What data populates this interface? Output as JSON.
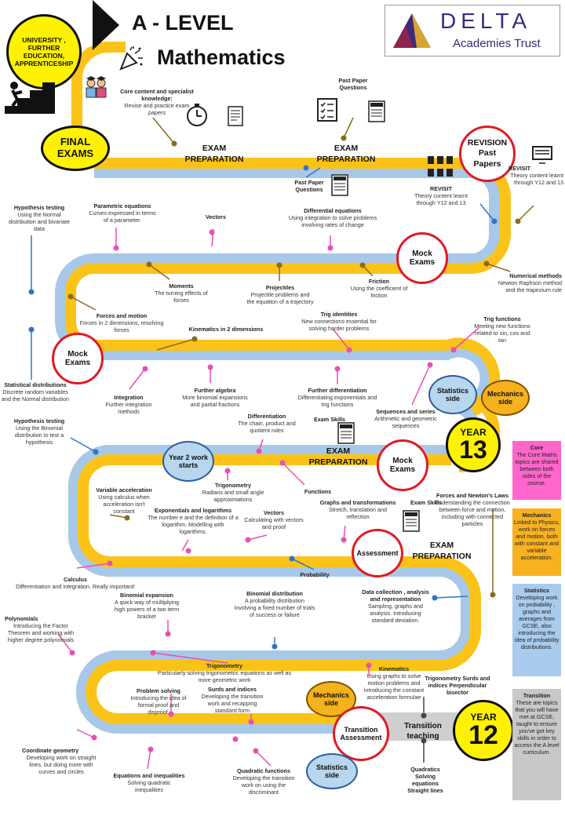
{
  "header": {
    "title_line1": "A - LEVEL",
    "title_line2": "Mathematics",
    "destination": "UNIVERSITY , FURTHER EDUCATION, APPRENTICESHIP",
    "logo_main": "DELTA",
    "logo_sub": "Academies Trust"
  },
  "milestones": {
    "final_exams": "FINAL EXAMS",
    "revision": "REVISION Past Papers",
    "mock_exams_1": "Mock Exams",
    "mock_exams_2": "Mock Exams",
    "mock_exams_3": "Mock Exams",
    "assessment": "Assessment",
    "transition_assessment": "Transition Assessment",
    "transition_teaching": "Transition teaching",
    "year2_work_starts": "Year 2 work starts",
    "statistics_side_1": "Statistics side",
    "mechanics_side_1": "Mechanics side",
    "statistics_side_2": "Statistics side",
    "mechanics_side_2": "Mechanics side",
    "year13_label": "YEAR",
    "year13_num": "13",
    "year12_label": "YEAR",
    "year12_num": "12"
  },
  "road_labels": {
    "exam_prep_1": "EXAM PREPARATION",
    "exam_prep_2": "EXAM PREPARATION",
    "exam_prep_3": "EXAM PREPARATION",
    "exam_prep_4": "EXAM PREPARATION"
  },
  "topics": {
    "core_content": {
      "title": "Core content and specialist knowledge:",
      "desc": "Revise and practice exam papers"
    },
    "past_paper_1": {
      "title": "Past Paper Questions",
      "desc": ""
    },
    "past_paper_2": {
      "title": "Past Paper Questions",
      "desc": ""
    },
    "revisit_1": {
      "title": "REVISIT",
      "desc": "Theory content learnt through Y12 and 13"
    },
    "revisit_2": {
      "title": "REVISIT",
      "desc": "Theory content learnt through Y12 and 13"
    },
    "hypothesis_1": {
      "title": "Hypothesis testing",
      "desc": "Using the Normal distribution and bivariate data"
    },
    "parametric": {
      "title": "Parametric equations",
      "desc": "Curves expressed in terms of a parameter."
    },
    "vectors_1": {
      "title": "Vectors",
      "desc": ""
    },
    "diff_equations": {
      "title": "Differential equations",
      "desc": "Using integration to solve problems involving rates of change"
    },
    "moments": {
      "title": "Moments",
      "desc": "The turning effects of forces"
    },
    "projectiles": {
      "title": "Projectiles",
      "desc": "Projectile problems and the equation of a trajectory"
    },
    "friction": {
      "title": "Friction",
      "desc": "Using the coefficient of friction"
    },
    "numerical": {
      "title": "Numerical methods",
      "desc": "Newton Raphson method and the trapezium rule"
    },
    "forces_motion": {
      "title": "Forces and motion",
      "desc": "Forces in 2 dimensions, resolving forces"
    },
    "kinematics_2d": {
      "title": "Kinematics in 2 dimensions",
      "desc": ""
    },
    "trig_identities": {
      "title": "Trig identities",
      "desc": "New connections essential for solving harder problems"
    },
    "trig_functions": {
      "title": "Trig functions",
      "desc": "Meeting new functions related to sin, cos and tan"
    },
    "stat_distributions": {
      "title": "Statistical distributions",
      "desc": "Discrete random variables and the Normal distribution"
    },
    "integration": {
      "title": "Integration",
      "desc": "Further integration methods"
    },
    "further_algebra": {
      "title": "Further algebra",
      "desc": "More binomial expansions and partial fractions"
    },
    "further_diff": {
      "title": "Further differentiation",
      "desc": "Differentiating exponentials and trig functions"
    },
    "sequences": {
      "title": "Sequences and series",
      "desc": "Arithmetic and geometric sequences"
    },
    "hypothesis_2": {
      "title": "Hypothesis testing",
      "desc": "Using the Binomial distribution to test a hypothesis"
    },
    "differentiation": {
      "title": "Differentiation",
      "desc": "The chain, product and quotient rules"
    },
    "exam_skills_1": {
      "title": "Exam Skills",
      "desc": ""
    },
    "variable_accel": {
      "title": "Variable acceleration",
      "desc": "Using calculus when acceleration isn't constant"
    },
    "trigonometry_1": {
      "title": "Trigonometry",
      "desc": "Radians and small angle approximations"
    },
    "functions": {
      "title": "Functions",
      "desc": ""
    },
    "exp_logs": {
      "title": "Exponentials and logarithms",
      "desc": "The number e and the definition of a logarithm. Modelling with logarithms."
    },
    "vectors_2": {
      "title": "Vectors",
      "desc": "Calculating with vectors and proof"
    },
    "graphs": {
      "title": "Graphs and transformations",
      "desc": "Stretch, translation and reflection"
    },
    "exam_skills_2": {
      "title": "Exam Skills",
      "desc": ""
    },
    "forces_newton": {
      "title": "Forces and Newton's Laws",
      "desc": "Understanding the connection between force and motion, including with connected particles"
    },
    "calculus": {
      "title": "Calculus",
      "desc": "Differentiation and integration.  Really important!"
    },
    "probability": {
      "title": "Probability",
      "desc": ""
    },
    "binomial_exp": {
      "title": "Binomial expansion",
      "desc": "A quick way of multiplying high powers of a two term bracket"
    },
    "binomial_dist": {
      "title": "Binomial distribution",
      "desc": "A probability distribution involving a fixed number of trials of success or failure"
    },
    "data_collection": {
      "title": "Data collection , analysis and representation",
      "desc": "Sampling, graphs and analysis.  Introducing standard deviation."
    },
    "polynomials": {
      "title": "Polynomials",
      "desc": "Introducing the Factor Theorem and working with higher degree polynomials"
    },
    "trigonometry_2": {
      "title": "Trigonometry",
      "desc": "Particularly solving trigonometric equations as well as more geometric work"
    },
    "kinematics": {
      "title": "Kinematics",
      "desc": "Using graphs to solve motion problems and introducing the constant acceleration formulae"
    },
    "trig_surds_bisector": {
      "title": "Trigonometry Surds and indices Perpendicular bisector",
      "desc": ""
    },
    "problem_solving": {
      "title": "Problem solving",
      "desc": "Introducing the idea of formal proof and disproof."
    },
    "surds": {
      "title": "Surds and indices",
      "desc": "Developing the transition work and recapping standard form"
    },
    "coord_geometry": {
      "title": "Coordinate geometry",
      "desc": "Developing work on straight lines, but doing more with curves and circles"
    },
    "equations_ineq": {
      "title": "Equations and inequalities",
      "desc": "Solving quadratic inequalities"
    },
    "quadratic_func": {
      "title": "Quadratic functions",
      "desc": "Developing the transition work on using the discriminant"
    },
    "transition_topics": {
      "title": "Quadratics Solving equations Straight lines",
      "desc": ""
    }
  },
  "key": {
    "core": {
      "title": "Core",
      "desc": "The Core Maths topics are shared between both sides of the course."
    },
    "mechanics": {
      "title": "Mechanics",
      "desc": "Linked to Physics, work on forces and motion, both with constant and variable acceleration."
    },
    "statistics": {
      "title": "Statistics",
      "desc": "Developing work on probability , graphs and averages from GCSE, also introducing the idea of probability distributions."
    },
    "transition": {
      "title": "Transition",
      "desc": "These are topics that you will have met at GCSE, taught to ensure you've got key skills in order to access the A level curriculum."
    }
  },
  "colors": {
    "road_blue": "#a7c8e8",
    "road_yellow": "#fbc317",
    "road_grey": "#cfcfcf",
    "pin_pink": "#e84fb3",
    "pin_blue": "#2e75c7",
    "pin_brown": "#8a6a1e",
    "core_bg": "#ff66cc",
    "mechanics_bg": "#f8b21f",
    "statistics_bg": "#a9cbee",
    "transition_bg": "#c8c8c8"
  }
}
